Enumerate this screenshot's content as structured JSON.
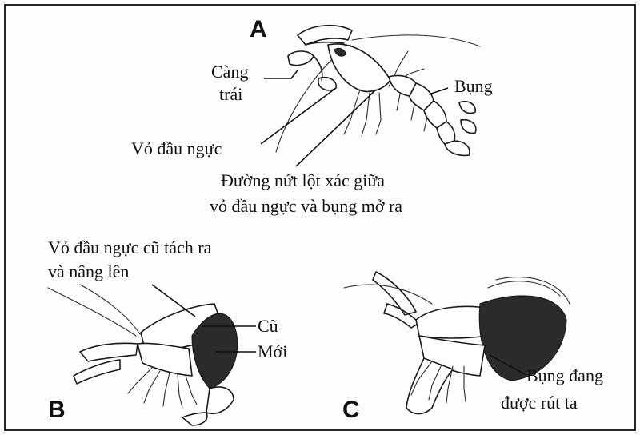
{
  "panels": {
    "a": {
      "letter": "A"
    },
    "b": {
      "letter": "B"
    },
    "c": {
      "letter": "C"
    }
  },
  "labels": {
    "cang_trai_line1": "Càng",
    "cang_trai_line2": "trái",
    "bung": "Bụng",
    "vo_dau_nguc": "Vỏ đầu ngực",
    "duong_nut_line1": "Đường nứt lột xác giữa",
    "duong_nut_line2": "vỏ đầu ngực và bụng mở ra",
    "vo_cu_line1": "Vỏ đầu ngực cũ tách ra",
    "vo_cu_line2": "và nâng lên",
    "cu": "Cũ",
    "moi": "Mới",
    "bung_rut_line1": "Bụng đang",
    "bung_rut_line2": "được rút ta"
  },
  "colors": {
    "ink": "#1a1a1a",
    "new_shell": "#2b2b2b",
    "background": "#fdfdfd"
  }
}
